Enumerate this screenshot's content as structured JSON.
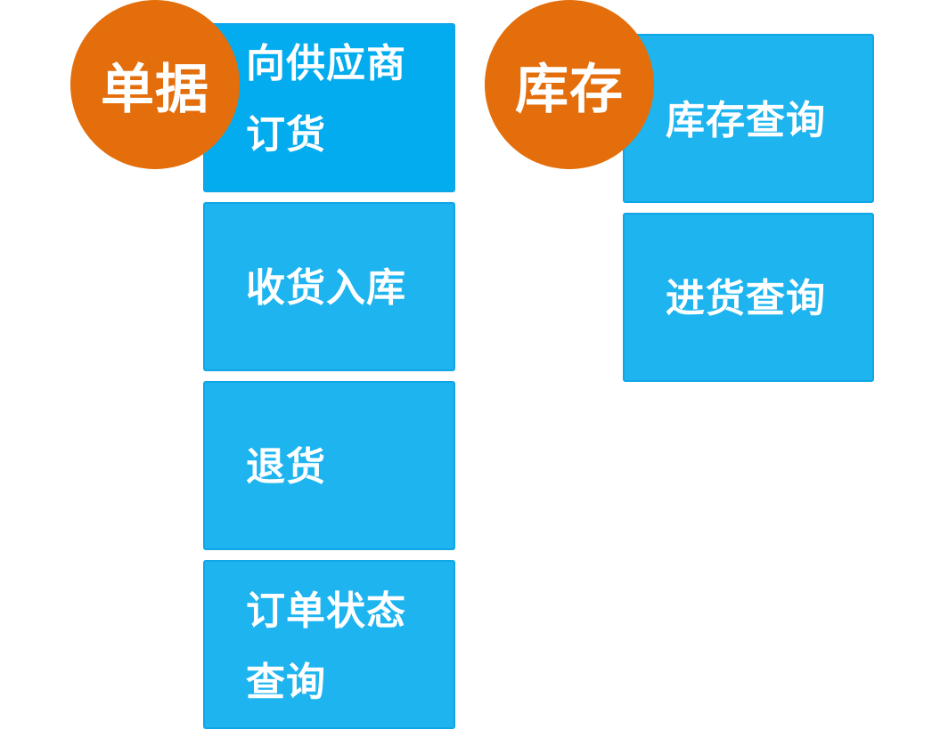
{
  "groups": {
    "documents": {
      "badge": "单据",
      "items": [
        {
          "line1": "向供应商",
          "line2": "订货"
        },
        {
          "line1": "收货入库"
        },
        {
          "line1": "退货"
        },
        {
          "line1": "订单状态",
          "line2": "查询"
        }
      ]
    },
    "inventory": {
      "badge": "库存",
      "items": [
        {
          "line1": "库存查询"
        },
        {
          "line1": "进货查询"
        }
      ]
    }
  },
  "colors": {
    "tile": "#1db4ef",
    "tile_primary": "#03acee",
    "badge": "#e36e0b",
    "text": "#ffffff"
  }
}
